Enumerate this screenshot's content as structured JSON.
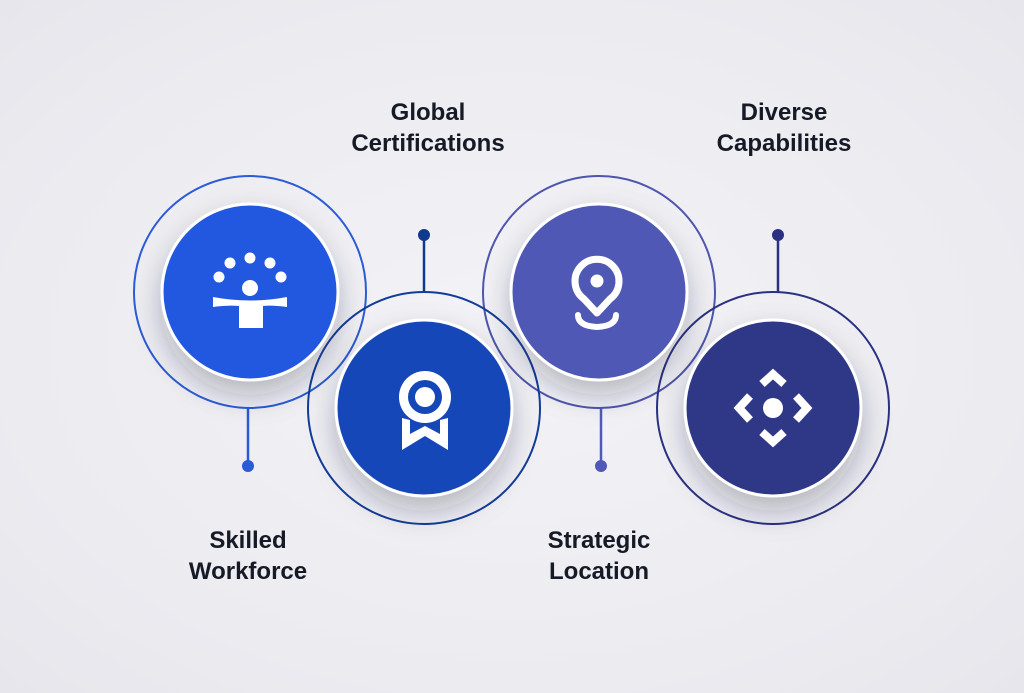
{
  "items": [
    {
      "id": "skilled-workforce",
      "line1": "Skilled",
      "line2": "Workforce",
      "icon": "people-group-icon",
      "color": "#2358e0",
      "ring": "#2b5bd6"
    },
    {
      "id": "global-certifications",
      "line1": "Global",
      "line2": "Certifications",
      "icon": "award-badge-icon",
      "color": "#1447b8",
      "ring": "#123c9a"
    },
    {
      "id": "strategic-location",
      "line1": "Strategic",
      "line2": "Location",
      "icon": "location-pin-icon",
      "color": "#4f58b4",
      "ring": "#4d55ad"
    },
    {
      "id": "diverse-capabilities",
      "line1": "Diverse",
      "line2": "Capabilities",
      "icon": "diamond-focus-icon",
      "color": "#2f3887",
      "ring": "#2b3182"
    }
  ]
}
